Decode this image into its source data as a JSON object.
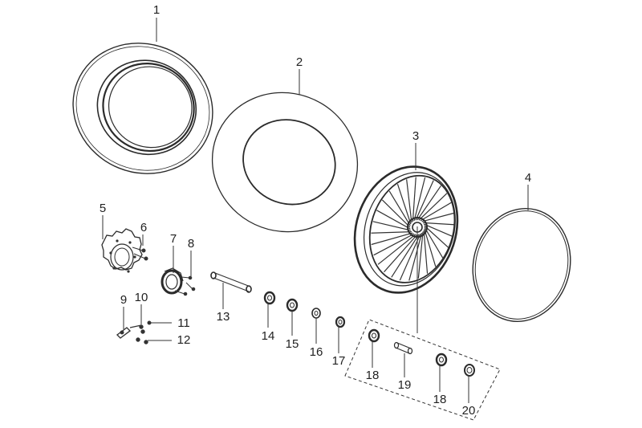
{
  "diagram": {
    "type": "exploded parts diagram",
    "callouts": [
      {
        "id": "c1",
        "label": "1"
      },
      {
        "id": "c2",
        "label": "2"
      },
      {
        "id": "c3",
        "label": "3"
      },
      {
        "id": "c4",
        "label": "4"
      },
      {
        "id": "c5",
        "label": "5"
      },
      {
        "id": "c6",
        "label": "6"
      },
      {
        "id": "c7",
        "label": "7"
      },
      {
        "id": "c8",
        "label": "8"
      },
      {
        "id": "c9",
        "label": "9"
      },
      {
        "id": "c10",
        "label": "10"
      },
      {
        "id": "c11",
        "label": "11"
      },
      {
        "id": "c12",
        "label": "12"
      },
      {
        "id": "c13",
        "label": "13"
      },
      {
        "id": "c14",
        "label": "14"
      },
      {
        "id": "c15",
        "label": "15"
      },
      {
        "id": "c16",
        "label": "16"
      },
      {
        "id": "c17",
        "label": "17"
      },
      {
        "id": "c18a",
        "label": "18"
      },
      {
        "id": "c19",
        "label": "19"
      },
      {
        "id": "c18b",
        "label": "18"
      },
      {
        "id": "c20",
        "label": "20"
      }
    ]
  }
}
